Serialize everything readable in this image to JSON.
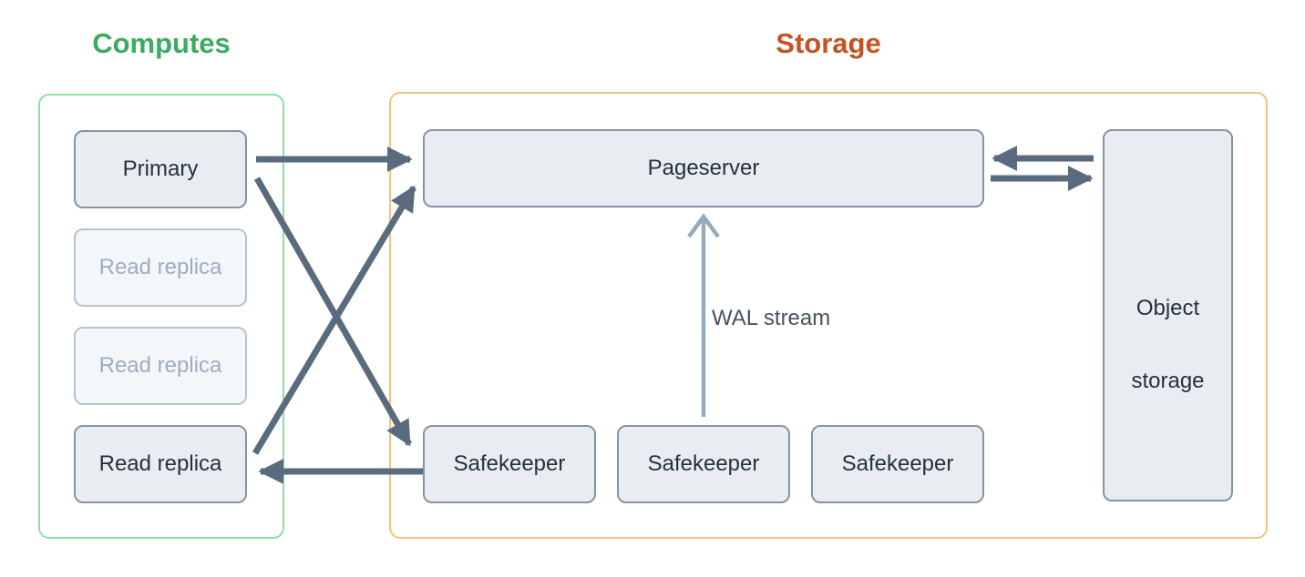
{
  "titles": {
    "computes": "Computes",
    "storage": "Storage"
  },
  "nodes": {
    "primary": {
      "label": "Primary",
      "state": "active",
      "group": "computes"
    },
    "read_replica_1": {
      "label": "Read replica",
      "state": "inactive",
      "group": "computes"
    },
    "read_replica_2": {
      "label": "Read replica",
      "state": "inactive",
      "group": "computes"
    },
    "read_replica_3": {
      "label": "Read replica",
      "state": "active",
      "group": "computes"
    },
    "pageserver": {
      "label": "Pageserver",
      "state": "active",
      "group": "storage"
    },
    "safekeeper_1": {
      "label": "Safekeeper",
      "state": "active",
      "group": "storage"
    },
    "safekeeper_2": {
      "label": "Safekeeper",
      "state": "active",
      "group": "storage"
    },
    "safekeeper_3": {
      "label": "Safekeeper",
      "state": "active",
      "group": "storage"
    },
    "object_storage": {
      "label": "Object storage",
      "lines": [
        "Object",
        "storage"
      ],
      "state": "active",
      "group": "storage"
    }
  },
  "edges": [
    {
      "id": "primary-to-pageserver",
      "from": "primary",
      "to": "pageserver",
      "style": "solid-arrow"
    },
    {
      "id": "primary-to-safekeeper",
      "from": "primary",
      "to": "safekeeper_1",
      "style": "solid-arrow"
    },
    {
      "id": "read-replica-to-pageserver",
      "from": "read_replica_3",
      "to": "pageserver",
      "style": "solid-arrow"
    },
    {
      "id": "safekeeper-to-read-replica",
      "from": "safekeeper_1",
      "to": "read_replica_3",
      "style": "solid-arrow"
    },
    {
      "id": "safekeeper-to-pageserver",
      "from": "safekeeper_2",
      "to": "pageserver",
      "style": "light-chevron-arrow",
      "label": "WAL stream"
    },
    {
      "id": "object-storage-to-pageserver",
      "from": "object_storage",
      "to": "pageserver",
      "style": "solid-arrow"
    },
    {
      "id": "pageserver-to-object-storage",
      "from": "pageserver",
      "to": "object_storage",
      "style": "solid-arrow"
    }
  ],
  "colors": {
    "accent_green": "#3cab60",
    "accent_orange": "#c4531f",
    "border_green": "#90dfa4",
    "border_orange": "#f6c083",
    "node_fill": "#e9edf2",
    "node_border": "#8294a6",
    "node_text": "#24313f",
    "node_fill_inactive": "#f4f7fa",
    "node_border_inactive": "#b7c3cf",
    "node_text_inactive": "#9cadbe",
    "arrow": "#5a6b7d",
    "arrow_light": "#99aaba",
    "label_text": "#46535f",
    "background": "#ffffff"
  }
}
